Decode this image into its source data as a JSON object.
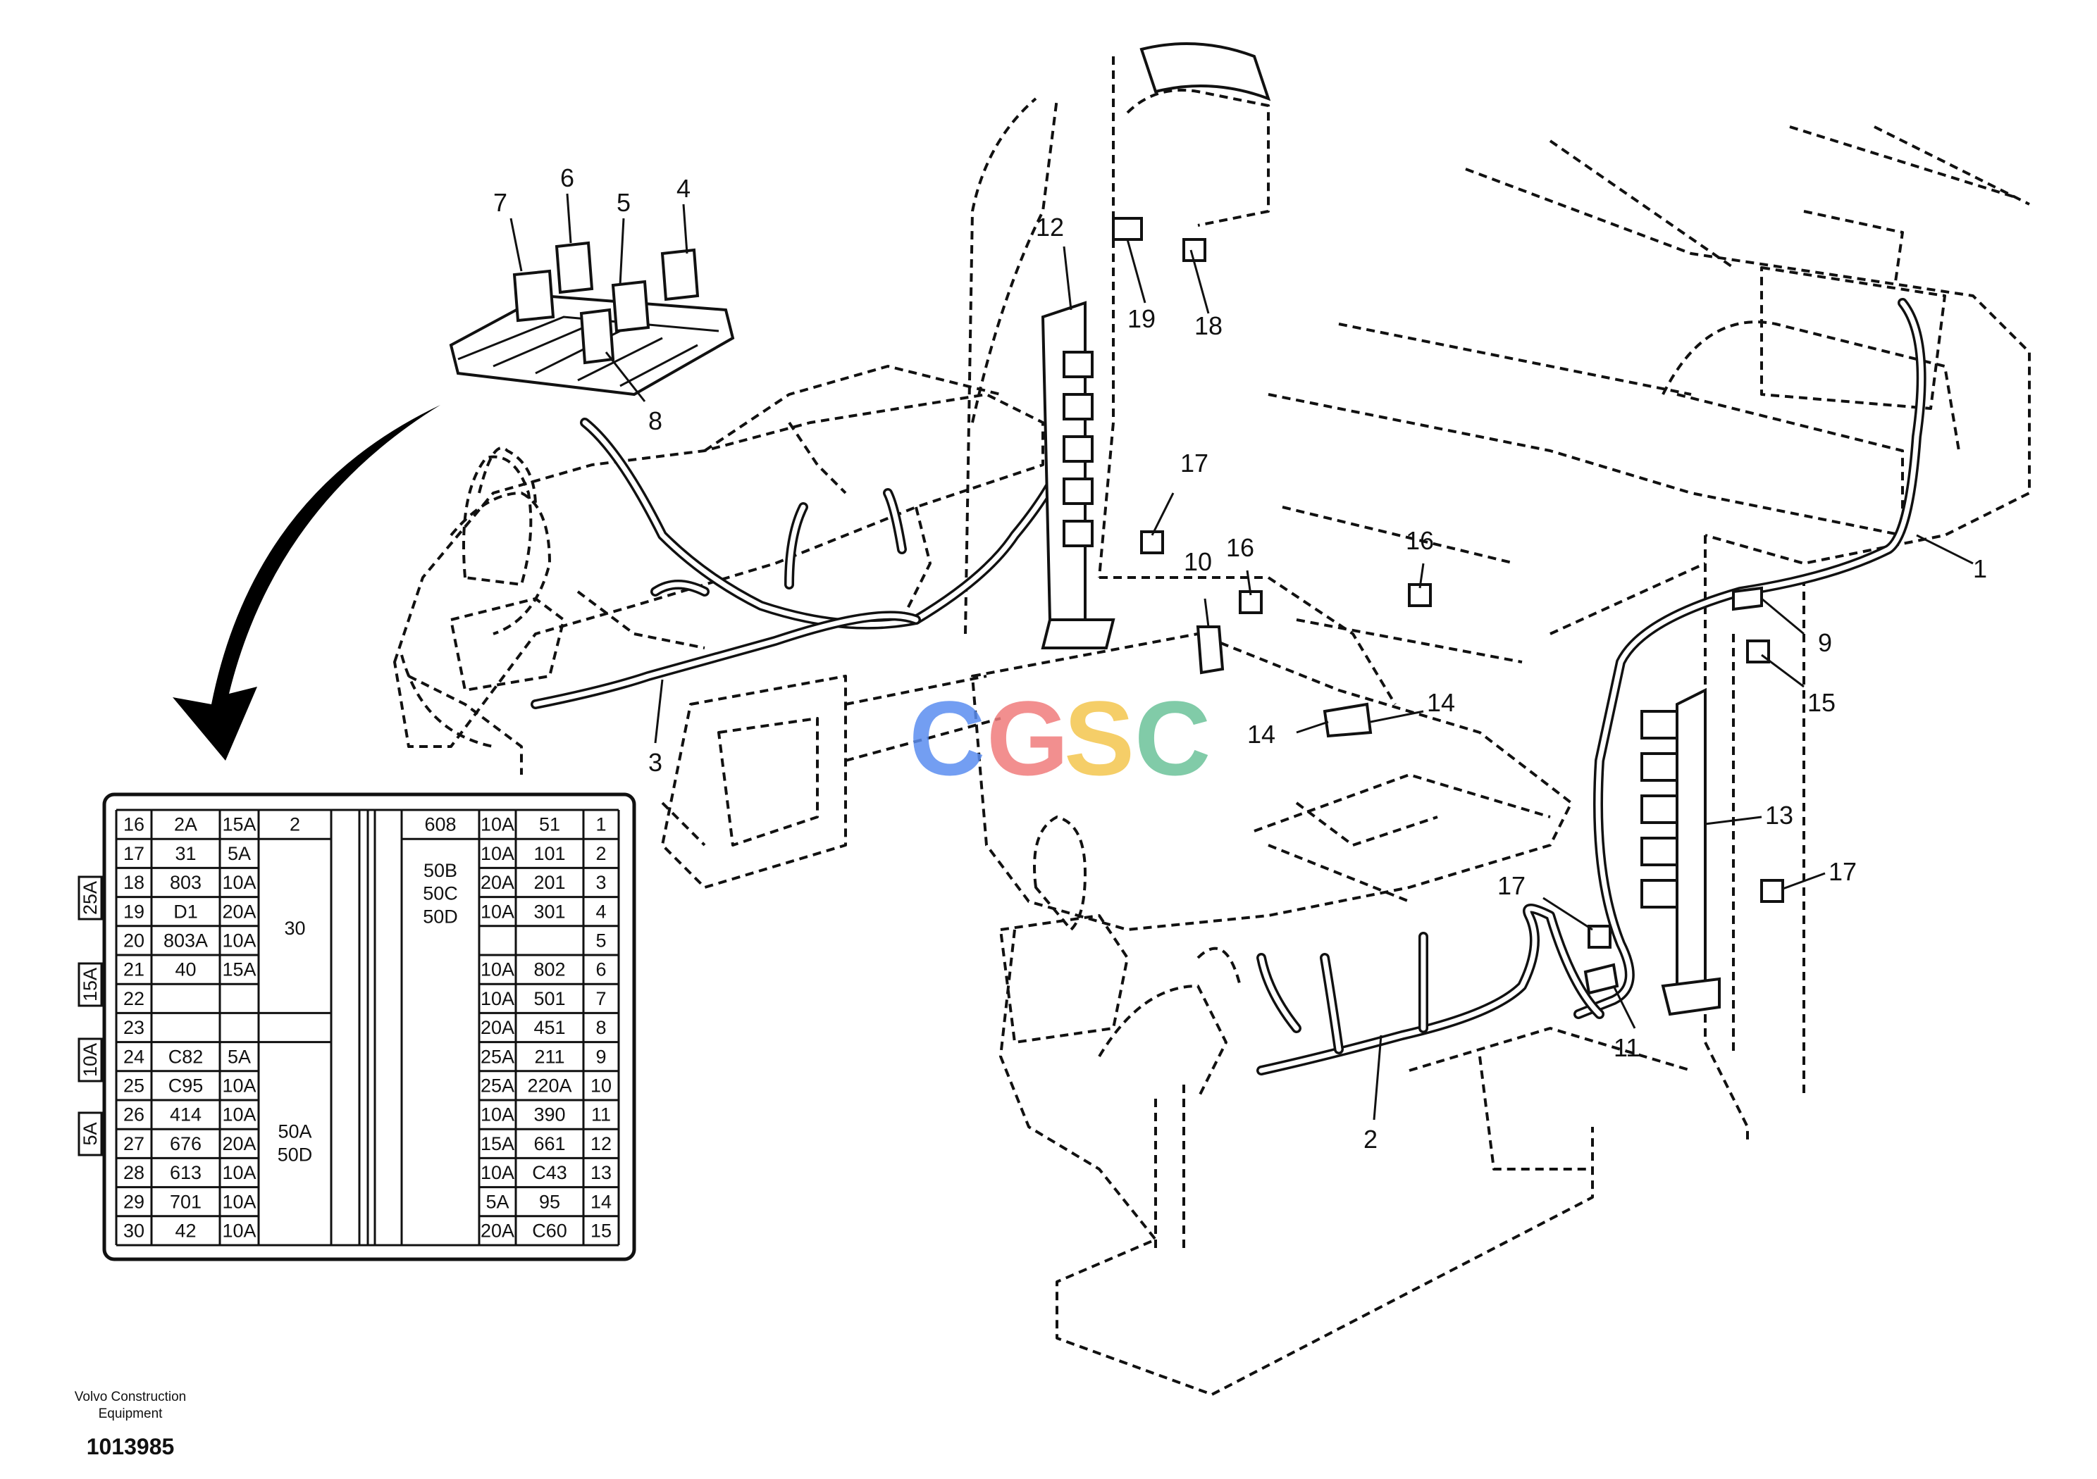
{
  "callouts": [
    "1",
    "2",
    "3",
    "4",
    "5",
    "6",
    "7",
    "8",
    "9",
    "10",
    "11",
    "12",
    "13",
    "14",
    "14",
    "15",
    "16",
    "16",
    "17",
    "17",
    "17",
    "18",
    "19"
  ],
  "watermark": {
    "letters": [
      "C",
      "G",
      "S",
      "C"
    ],
    "colors": [
      "#5b8ef0",
      "#f07c7c",
      "#f4c64e",
      "#6cc39a"
    ]
  },
  "fuse_table": {
    "side_labels": [
      "25A",
      "15A",
      "10A",
      "5A"
    ],
    "left_rows": [
      [
        "16",
        "2A",
        "15A"
      ],
      [
        "17",
        "31",
        "5A"
      ],
      [
        "18",
        "803",
        "10A"
      ],
      [
        "19",
        "D1",
        "20A"
      ],
      [
        "20",
        "803A",
        "10A"
      ],
      [
        "21",
        "40",
        "15A"
      ],
      [
        "22",
        "",
        ""
      ],
      [
        "23",
        "",
        ""
      ],
      [
        "24",
        "C82",
        "5A"
      ],
      [
        "25",
        "C95",
        "10A"
      ],
      [
        "26",
        "414",
        "10A"
      ],
      [
        "27",
        "676",
        "20A"
      ],
      [
        "28",
        "613",
        "10A"
      ],
      [
        "29",
        "701",
        "10A"
      ],
      [
        "30",
        "42",
        "10A"
      ]
    ],
    "right_rows": [
      [
        "10A",
        "51",
        "1"
      ],
      [
        "10A",
        "101",
        "2"
      ],
      [
        "20A",
        "201",
        "3"
      ],
      [
        "10A",
        "301",
        "4"
      ],
      [
        "",
        "",
        "5"
      ],
      [
        "10A",
        "802",
        "6"
      ],
      [
        "10A",
        "501",
        "7"
      ],
      [
        "20A",
        "451",
        "8"
      ],
      [
        "25A",
        "211",
        "9"
      ],
      [
        "25A",
        "220A",
        "10"
      ],
      [
        "10A",
        "390",
        "11"
      ],
      [
        "15A",
        "661",
        "12"
      ],
      [
        "10A",
        "C43",
        "13"
      ],
      [
        "5A",
        "95",
        "14"
      ],
      [
        "20A",
        "C60",
        "15"
      ]
    ],
    "relay_header_left": "2",
    "relay_header_right": "608",
    "relay_block_1": "30",
    "relay_block_2": [
      "50A",
      "50D"
    ],
    "relay_block_3": [
      "50B",
      "50C",
      "50D"
    ]
  },
  "footer": {
    "brand_line1": "Volvo Construction",
    "brand_line2": "Equipment",
    "drawing_number": "1013985"
  }
}
